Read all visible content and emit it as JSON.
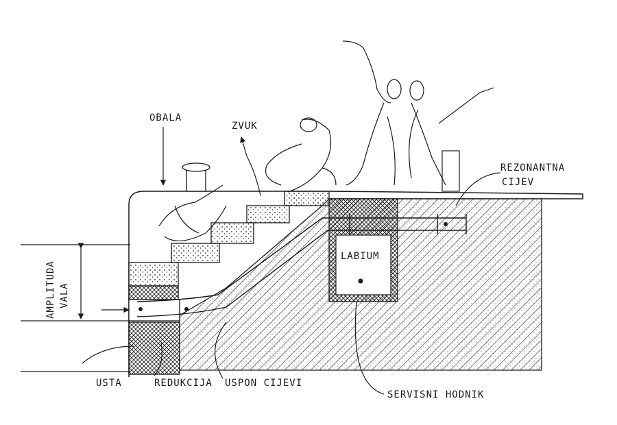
{
  "labels": {
    "obala": "OBALA",
    "zvuk": "ZVUK",
    "rezonantna_1": "REZONANTNA",
    "rezonantna_2": "CIJEV",
    "labium": "LABIUM",
    "amplituda_1": "AMPLITUDA",
    "amplituda_2": "VALA",
    "usta": "USTA",
    "redukcija": "REDUKCIJA",
    "uspon": "USPON CIJEVI",
    "hodnik": "SERVISNI HODNIK"
  },
  "colors": {
    "ink": "#1a1a1a",
    "paper": "#ffffff"
  }
}
